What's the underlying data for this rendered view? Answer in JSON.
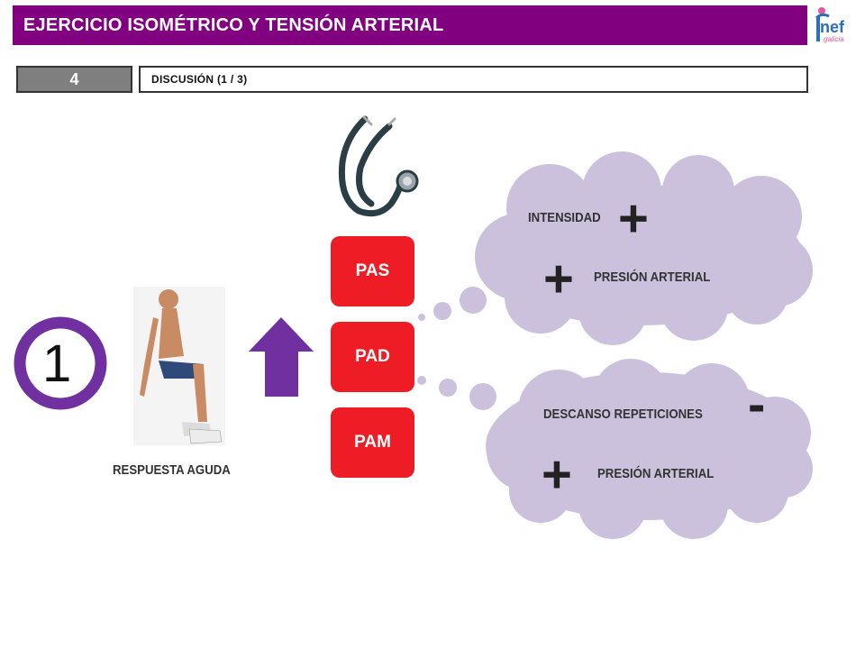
{
  "header": {
    "title": "EJERCICIO ISOMÉTRICO Y TENSIÓN ARTERIAL",
    "logo_text": "inef galicia"
  },
  "section": {
    "number": "4",
    "label": "DISCUSIÓN (1 / 3)"
  },
  "diagram": {
    "badge_number": "1",
    "caption": "RESPUESTA AGUDA",
    "pills": [
      "PAS",
      "PAD",
      "PAM"
    ],
    "cloud_top": {
      "line1": "INTENSIDAD",
      "sign1": "+",
      "line2": "PRESIÓN ARTERIAL",
      "sign2": "+"
    },
    "cloud_bottom": {
      "line1": "DESCANSO REPETICIONES",
      "sign1": "-",
      "line2": "PRESIÓN ARTERIAL",
      "sign2": "+"
    }
  },
  "colors": {
    "header": "#800080",
    "pill": "#ee1c24",
    "cloud": "#ccc1dd",
    "arrow": "#7030a0",
    "ring": "#7030a0"
  },
  "icons": [
    "stethoscope-icon",
    "person-squat-image",
    "arrow-up-icon"
  ]
}
